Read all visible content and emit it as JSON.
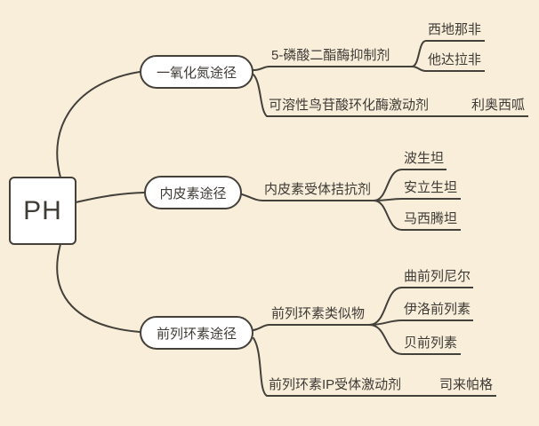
{
  "canvas": {
    "background_color": "#f8eeda",
    "line_color": "#44403a",
    "node_fill_color": "#ffffff",
    "text_color": "#3f3b35"
  },
  "root": {
    "label": "PH"
  },
  "branches": [
    {
      "label": "一氧化氮途径",
      "children": [
        {
          "label": "5-磷酸二酯酶抑制剂",
          "children": [
            {
              "label": "西地那非"
            },
            {
              "label": "他达拉非"
            }
          ]
        },
        {
          "label": "可溶性鸟苷酸环化酶激动剂",
          "children": [
            {
              "label": "利奥西呱"
            }
          ]
        }
      ]
    },
    {
      "label": "内皮素途径",
      "children": [
        {
          "label": "内皮素受体拮抗剂",
          "children": [
            {
              "label": "波生坦"
            },
            {
              "label": "安立生坦"
            },
            {
              "label": "马西腾坦"
            }
          ]
        }
      ]
    },
    {
      "label": "前列环素途径",
      "children": [
        {
          "label": "前列环素类似物",
          "children": [
            {
              "label": "曲前列尼尔"
            },
            {
              "label": "伊洛前列素"
            },
            {
              "label": "贝前列素"
            }
          ]
        },
        {
          "label": "前列环素IP受体激动剂",
          "children": [
            {
              "label": "司来帕格"
            }
          ]
        }
      ]
    }
  ]
}
